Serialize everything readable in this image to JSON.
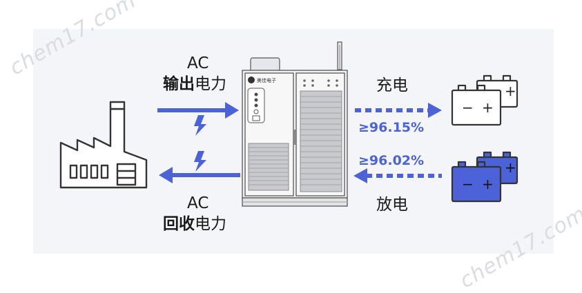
{
  "watermark": "chem17.com",
  "output_power": {
    "ac": "AC",
    "bold": "输出",
    "rest": "电力"
  },
  "recovery_power": {
    "ac": "AC",
    "bold": "回收",
    "rest": "电力"
  },
  "charge": {
    "label": "充电",
    "efficiency": "≥96.15%"
  },
  "discharge": {
    "label": "放电",
    "efficiency": "≥96.02%"
  },
  "cabinet": {
    "brand": "美佳电子"
  },
  "battery_terminals": {
    "minus": "−",
    "plus": "+"
  },
  "colors": {
    "arrow": "#4b62d8",
    "battery_charged": "#4b62d8",
    "outline": "#333333"
  }
}
